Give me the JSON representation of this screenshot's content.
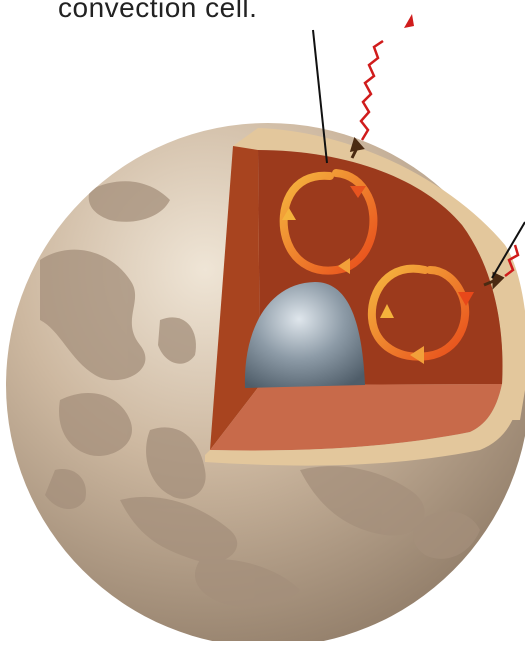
{
  "labels": {
    "convection_cell": "convection cell."
  },
  "colors": {
    "surface": "#c7b29a",
    "surface_patch": "#a48f7b",
    "crust": "#e3c79c",
    "mantle": "#9c3a1c",
    "mantle_floor": "#c86a4a",
    "core": "#8c9aa6",
    "convection_arrow": "#f07a2a",
    "heat_wave": "#d01c1c"
  },
  "components": [
    "surface",
    "crust",
    "mantle",
    "core",
    "convection-cell",
    "heat-radiation"
  ]
}
